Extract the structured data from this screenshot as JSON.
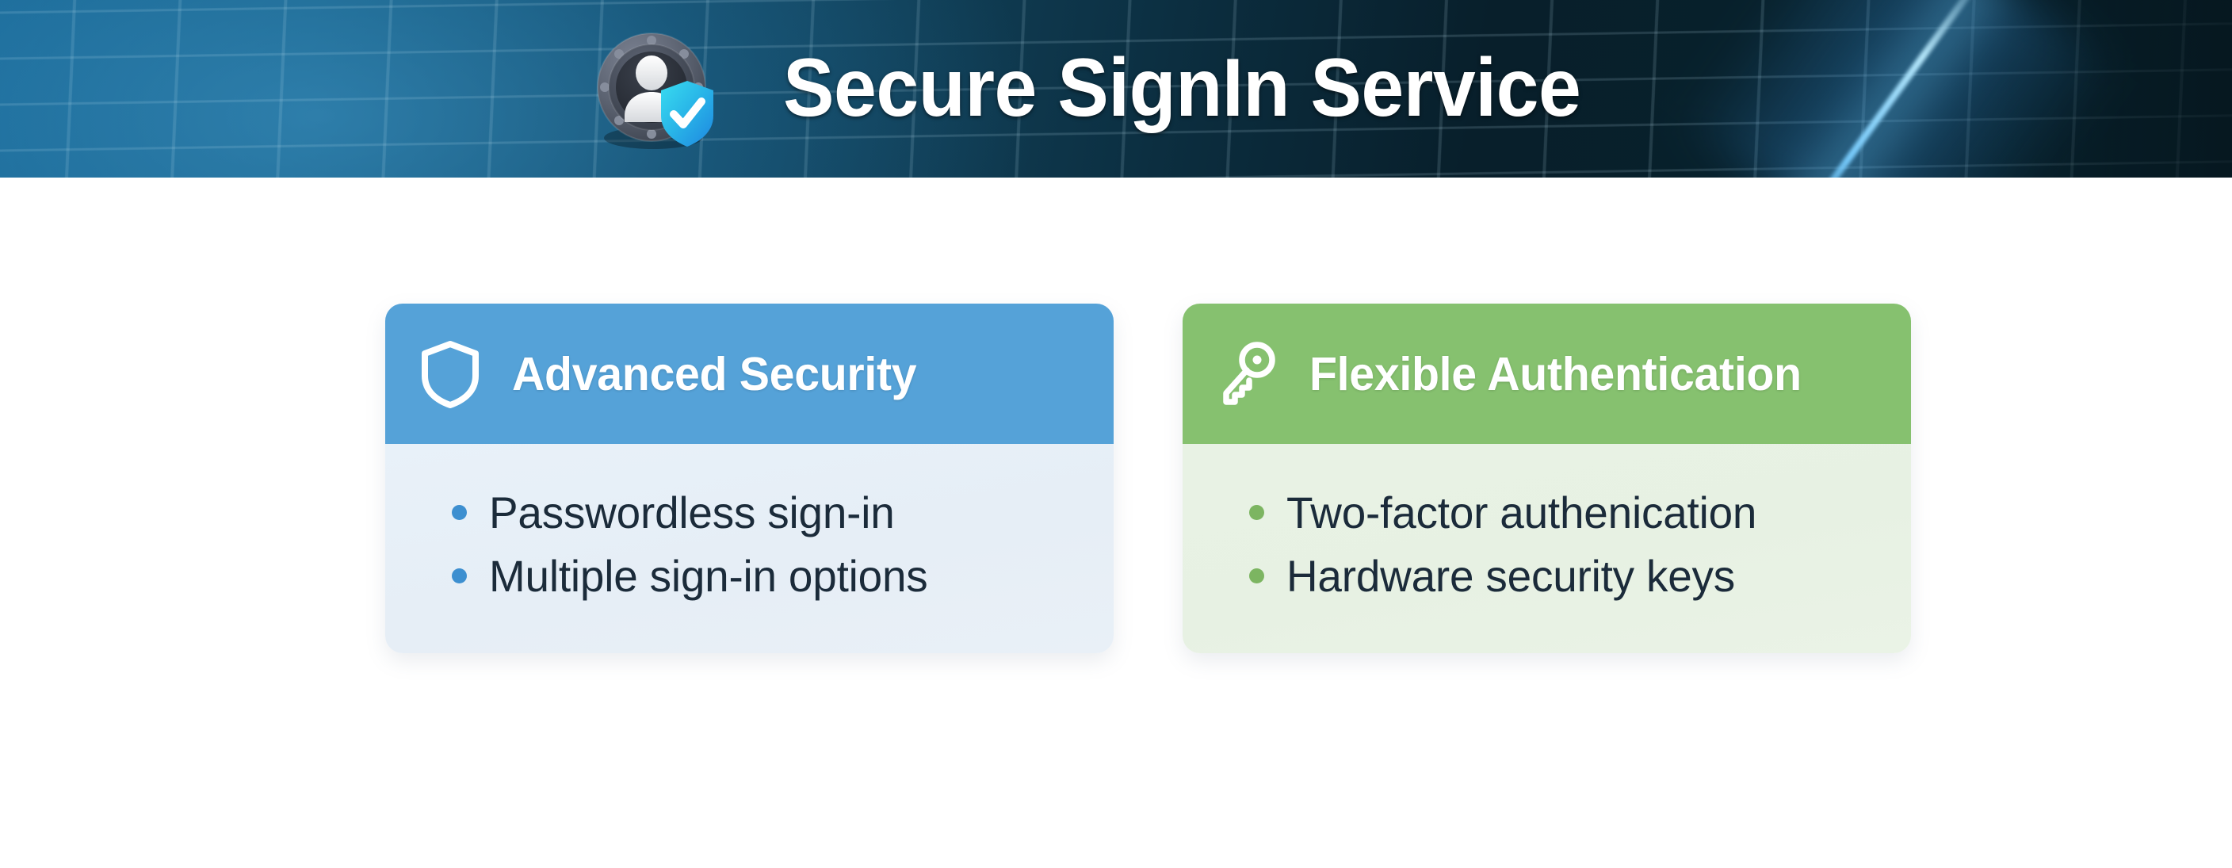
{
  "header": {
    "title": "Secure SignIn Service",
    "logo_icon": "user-shield-vault-icon",
    "background_accent": "#1b6c99",
    "background_dark": "#07202b",
    "beam_color": "#5ab9f0",
    "title_color": "#ffffff"
  },
  "cards": [
    {
      "id": "advanced-security",
      "icon": "shield-icon",
      "title": "Advanced Security",
      "header_color": "#55a2d8",
      "body_color": "#e7eff7",
      "bullet_color": "#3d8fd0",
      "items": [
        "Passwordless sign-in",
        "Multiple sign-in options"
      ]
    },
    {
      "id": "flexible-authentication",
      "icon": "key-icon",
      "title": "Flexible Authentication",
      "header_color": "#86c16f",
      "body_color": "#e8f2e4",
      "bullet_color": "#7cb561",
      "items": [
        "Two-factor authenication",
        "Hardware security keys"
      ]
    }
  ]
}
